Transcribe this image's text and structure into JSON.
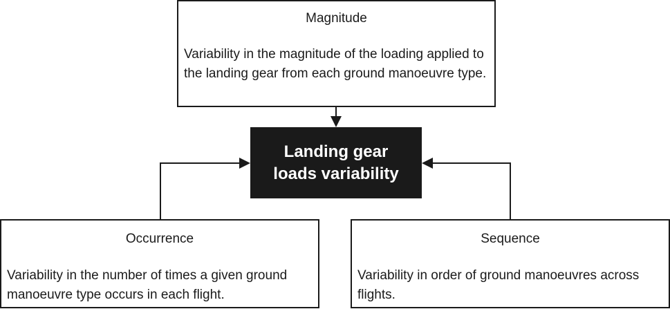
{
  "center": {
    "label": "Landing gear loads variability"
  },
  "magnitude": {
    "title": "Magnitude",
    "description": "Variability in the magnitude of the loading applied to the landing gear from each ground manoeuvre type."
  },
  "occurrence": {
    "title": "Occurrence",
    "description": "Variability in the number of times a given ground manoeuvre type occurs in each flight."
  },
  "sequence": {
    "title": "Sequence",
    "description": "Variability in order of ground manoeuvres across flights."
  },
  "colors": {
    "line": "#1a1a1a",
    "center_fill": "#1a1a1a",
    "center_text": "#ffffff"
  }
}
